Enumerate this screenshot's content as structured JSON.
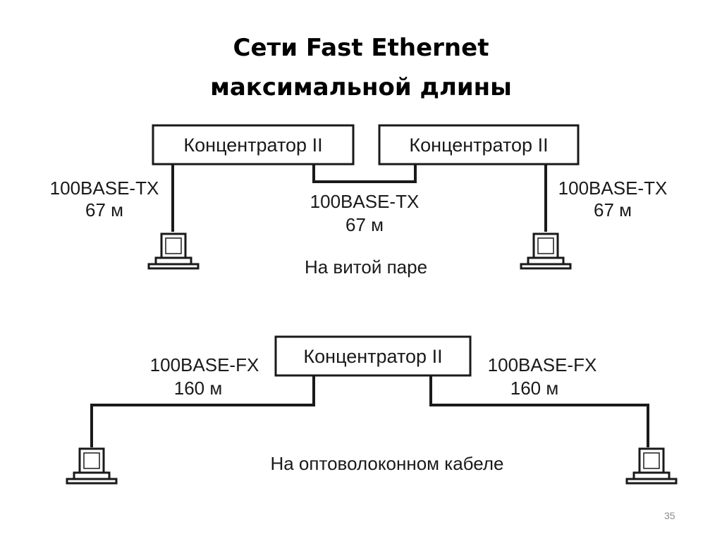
{
  "slide": {
    "title_line1": "Сети Fast Ethernet",
    "title_line2": "максимальной длины",
    "page_number": "35"
  },
  "twisted_pair": {
    "hub_left": "Концентратор II",
    "hub_right": "Концентратор II",
    "left_link": {
      "standard": "100BASE-TX",
      "length": "67 м"
    },
    "middle_link": {
      "standard": "100BASE-TX",
      "length": "67 м"
    },
    "right_link": {
      "standard": "100BASE-TX",
      "length": "67 м"
    },
    "caption": "На витой паре"
  },
  "fiber": {
    "hub": "Концентратор II",
    "left_link": {
      "standard": "100BASE-FX",
      "length": "160 м"
    },
    "right_link": {
      "standard": "100BASE-FX",
      "length": "160 м"
    },
    "caption": "На оптоволоконном кабеле"
  },
  "icons": [
    "computer-icon",
    "computer-icon",
    "computer-icon",
    "computer-icon"
  ]
}
